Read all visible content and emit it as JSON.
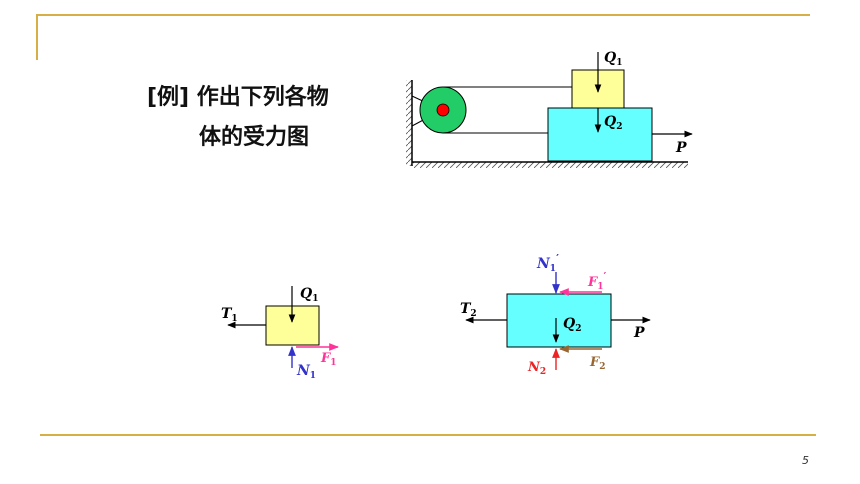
{
  "slide": {
    "title_line1": "[例] 作出下列各物",
    "title_line2": "体的受力图",
    "page_number": "5"
  },
  "colors": {
    "accent_rule": "#d6b046",
    "upper_block_fill": "#ffff99",
    "lower_block_fill": "#66ffff",
    "pulley_fill": "#22cc66",
    "pulley_axle": "#ff0000",
    "label_blue": "#3333cc",
    "label_pink": "#ff3399",
    "label_red": "#ee2222",
    "label_brown": "#996633"
  },
  "labels": {
    "system": {
      "Q1": {
        "main": "Q",
        "sub": "1"
      },
      "Q2": {
        "main": "Q",
        "sub": "2"
      },
      "P": {
        "main": "P"
      }
    },
    "block1": {
      "Q1": {
        "main": "Q",
        "sub": "1"
      },
      "T1": {
        "main": "T",
        "sub": "1"
      },
      "N1": {
        "main": "N",
        "sub": "1"
      },
      "F1": {
        "main": "F",
        "sub": "1"
      }
    },
    "block2": {
      "N1p": {
        "main": "N",
        "sub": "1",
        "prime": "′"
      },
      "F1p": {
        "main": "F",
        "sub": "1",
        "prime": "′"
      },
      "T2": {
        "main": "T",
        "sub": "2"
      },
      "Q2": {
        "main": "Q",
        "sub": "2"
      },
      "P": {
        "main": "P"
      },
      "N2": {
        "main": "N",
        "sub": "2"
      },
      "F2": {
        "main": "F",
        "sub": "2"
      }
    }
  }
}
